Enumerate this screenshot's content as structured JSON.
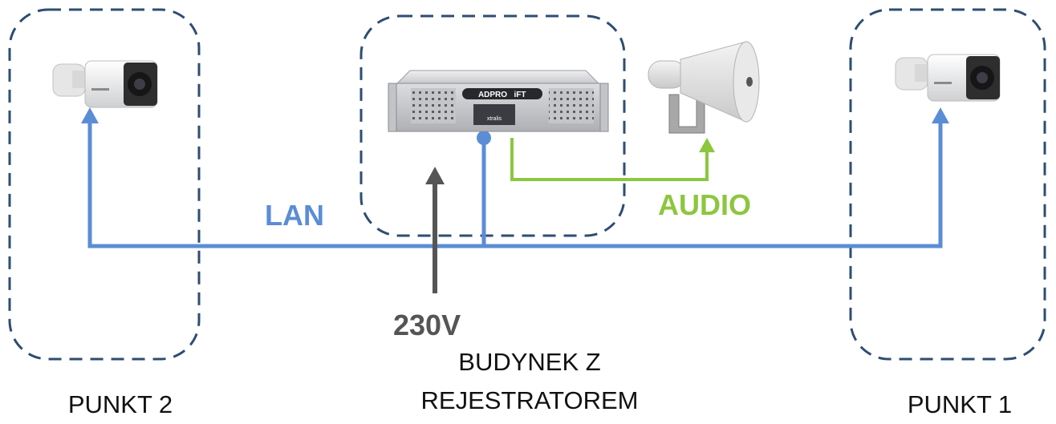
{
  "colors": {
    "lan": "#5b8dd6",
    "audio": "#8dc63f",
    "power": "#555555",
    "zone_border": "#2e4d73",
    "text": "#111111"
  },
  "zones": {
    "left": {
      "caption": "PUNKT 2"
    },
    "center": {
      "caption_line1": "BUDYNEK Z",
      "caption_line2": "REJESTRATOREM"
    },
    "right": {
      "caption": "PUNKT 1"
    }
  },
  "labels": {
    "lan": "LAN",
    "audio": "AUDIO",
    "power": "230V"
  },
  "devices": {
    "recorder": {
      "brand": "ADPRO",
      "model": "iFT",
      "tag": "xtralis"
    },
    "camera_left": {
      "icon": "camera-icon"
    },
    "camera_right": {
      "icon": "camera-icon"
    },
    "horn": {
      "icon": "horn-speaker-icon"
    }
  }
}
